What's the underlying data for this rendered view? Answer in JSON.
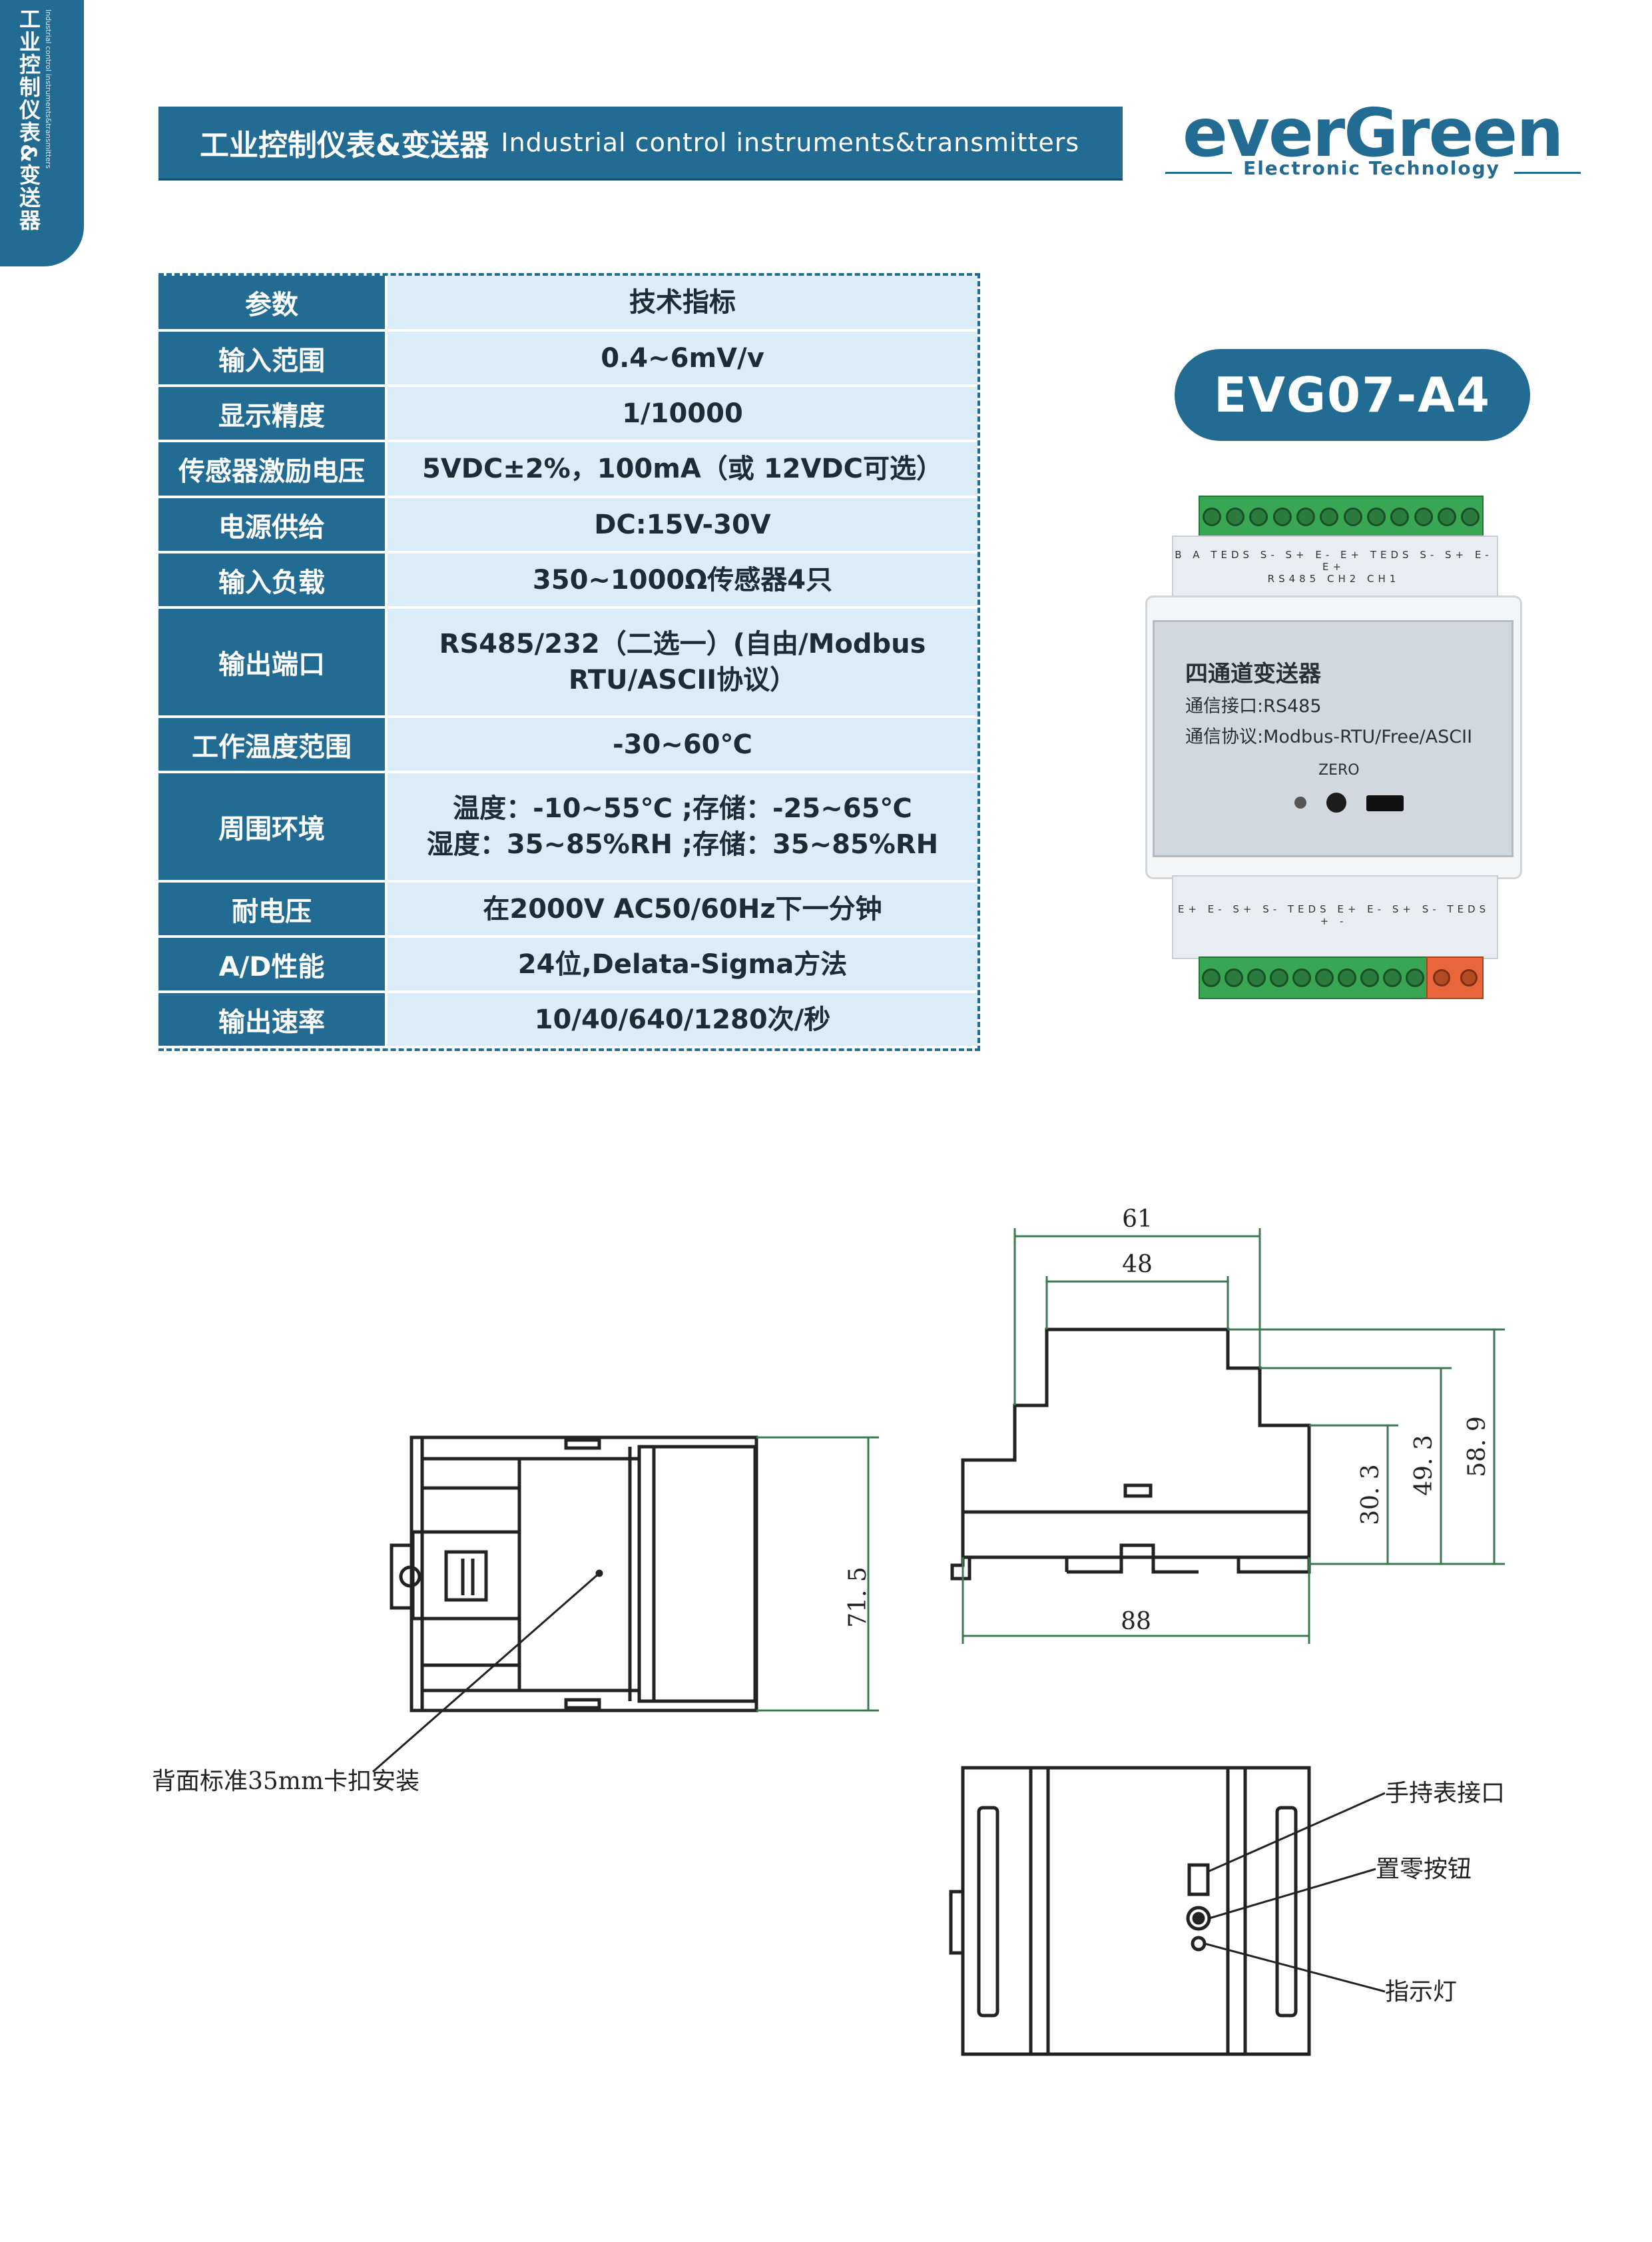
{
  "side_tab": {
    "title": "工业控制仪表&变送器",
    "subtitle": "Industrial control instruments&transmitters"
  },
  "header": {
    "title_cn": "工业控制仪表&变送器",
    "title_en": "Industrial control instruments&transmitters"
  },
  "brand": {
    "name": "everGreen",
    "tagline": "Electronic Technology"
  },
  "model": "EVG07-A4",
  "specs": {
    "header": {
      "param": "参数",
      "value": "技术指标"
    },
    "rows": [
      {
        "param": "输入范围",
        "value": "0.4~6mV/v"
      },
      {
        "param": "显示精度",
        "value": "1/10000"
      },
      {
        "param": "传感器激励电压",
        "value": "5VDC±2%，100mA（或 12VDC可选）"
      },
      {
        "param": "电源供给",
        "value": "DC:15V-30V"
      },
      {
        "param": "输入负载",
        "value": "350~1000Ω传感器4只"
      },
      {
        "param": "输出端口",
        "value": "RS485/232（二选一）(自由/Modbus",
        "value2": "RTU/ASCII协议）"
      },
      {
        "param": "工作温度范围",
        "value": "-30~60℃"
      },
      {
        "param": "周围环境",
        "value": "温度：-10~55℃ ;存储：-25~65℃",
        "value2": "湿度：35~85%RH ;存储：35~85%RH"
      },
      {
        "param": "耐电压",
        "value": "在2000V AC50/60Hz下一分钟"
      },
      {
        "param": "A/D性能",
        "value": "24位,Delata-Sigma方法"
      },
      {
        "param": "输出速率",
        "value": "10/40/640/1280次/秒"
      }
    ]
  },
  "product_photo": {
    "face_title": "四通道变送器",
    "face_interface": "通信接口:RS485",
    "face_protocol": "通信协议:Modbus-RTU/Free/ASCII",
    "zero_label": "ZERO",
    "top_labels": "B A TEDS S- S+ E- E+ TEDS S- S+ E- E+",
    "top_groups": "RS485   CH2   CH1",
    "bottom_labels": "E+ E- S+ S- TEDS E+ E- S+ S- TEDS + -"
  },
  "drawings": {
    "dims": {
      "width_outer": "61",
      "width_inner": "48",
      "height_small": "30. 3",
      "height_mid": "49. 3",
      "height_total": "58. 9",
      "length": "88",
      "side_height": "71. 5"
    },
    "callouts": {
      "din_mount": "背面标准35mm卡扣安装",
      "handheld_port": "手持表接口",
      "zero_button": "置零按钮",
      "indicator": "指示灯"
    }
  }
}
